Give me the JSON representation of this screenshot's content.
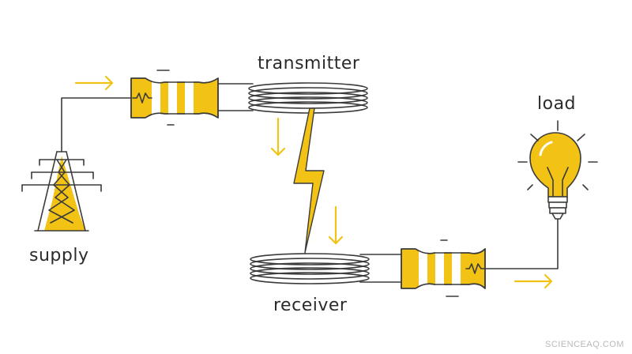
{
  "labels": {
    "transmitter": "transmitter",
    "receiver": "receiver",
    "load": "load",
    "supply": "supply"
  },
  "watermark": "SCIENCEAQ.COM",
  "colors": {
    "accent": "#f2c314",
    "line": "#3b3b3b",
    "background": "#ffffff"
  },
  "icons": [
    "power-tower-icon",
    "resistor-icon",
    "coil-icon",
    "lightning-bolt-icon",
    "light-bulb-icon",
    "arrow-icon"
  ]
}
